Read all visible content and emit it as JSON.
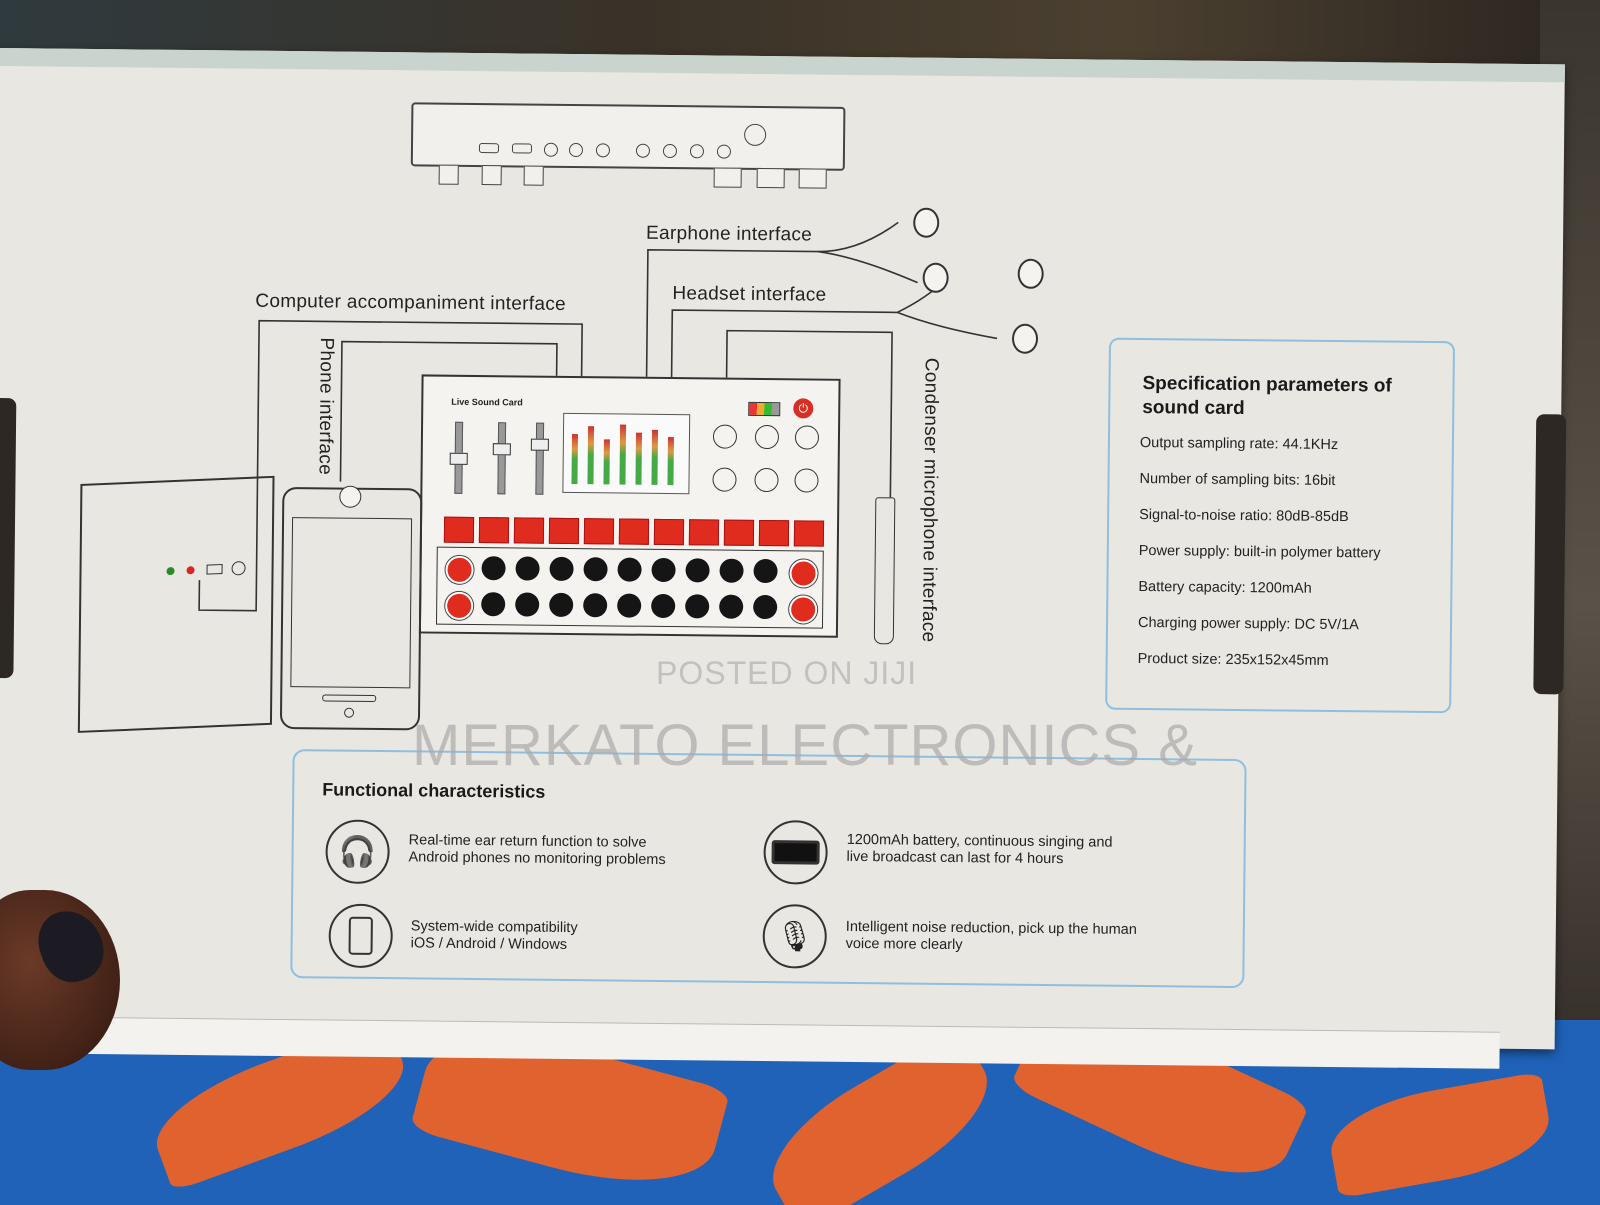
{
  "diagram": {
    "earphone_label": "Earphone interface",
    "headset_label": "Headset interface",
    "computer_label": "Computer accompaniment interface",
    "phone_label": "Phone interface",
    "mic_label": "Condenser microphone interface",
    "mixer_title": "Live Sound Card"
  },
  "spec": {
    "title": "Specification parameters of sound card",
    "rows": [
      "Output sampling rate: 44.1KHz",
      "Number of sampling bits: 16bit",
      "Signal-to-noise ratio: 80dB-85dB",
      "Power supply: built-in polymer battery",
      "Battery capacity: 1200mAh",
      "Charging power supply: DC 5V/1A",
      "Product size: 235x152x45mm"
    ]
  },
  "functional": {
    "title": "Functional characteristics",
    "features": [
      {
        "icon": "headphones-icon",
        "line1": "Real-time ear return function to solve",
        "line2": "Android phones no monitoring problems"
      },
      {
        "icon": "battery-icon",
        "line1": "1200mAh battery, continuous singing and",
        "line2": "live broadcast can last for 4 hours"
      },
      {
        "icon": "phone-icon",
        "line1": "System-wide compatibility",
        "line2": "iOS / Android / Windows"
      },
      {
        "icon": "microphone-icon",
        "line1": "Intelligent noise reduction, pick up the human",
        "line2": "voice more clearly"
      }
    ]
  },
  "watermark": {
    "posted": "POSTED ON JIJI",
    "seller": "MERKATO ELECTRONICS &"
  },
  "colors": {
    "box": "#e9e7e2",
    "accent_border": "#8fbfe0",
    "button_red": "#e02b1f",
    "fabric_blue": "#1f62b8",
    "fabric_orange": "#e0622e"
  }
}
